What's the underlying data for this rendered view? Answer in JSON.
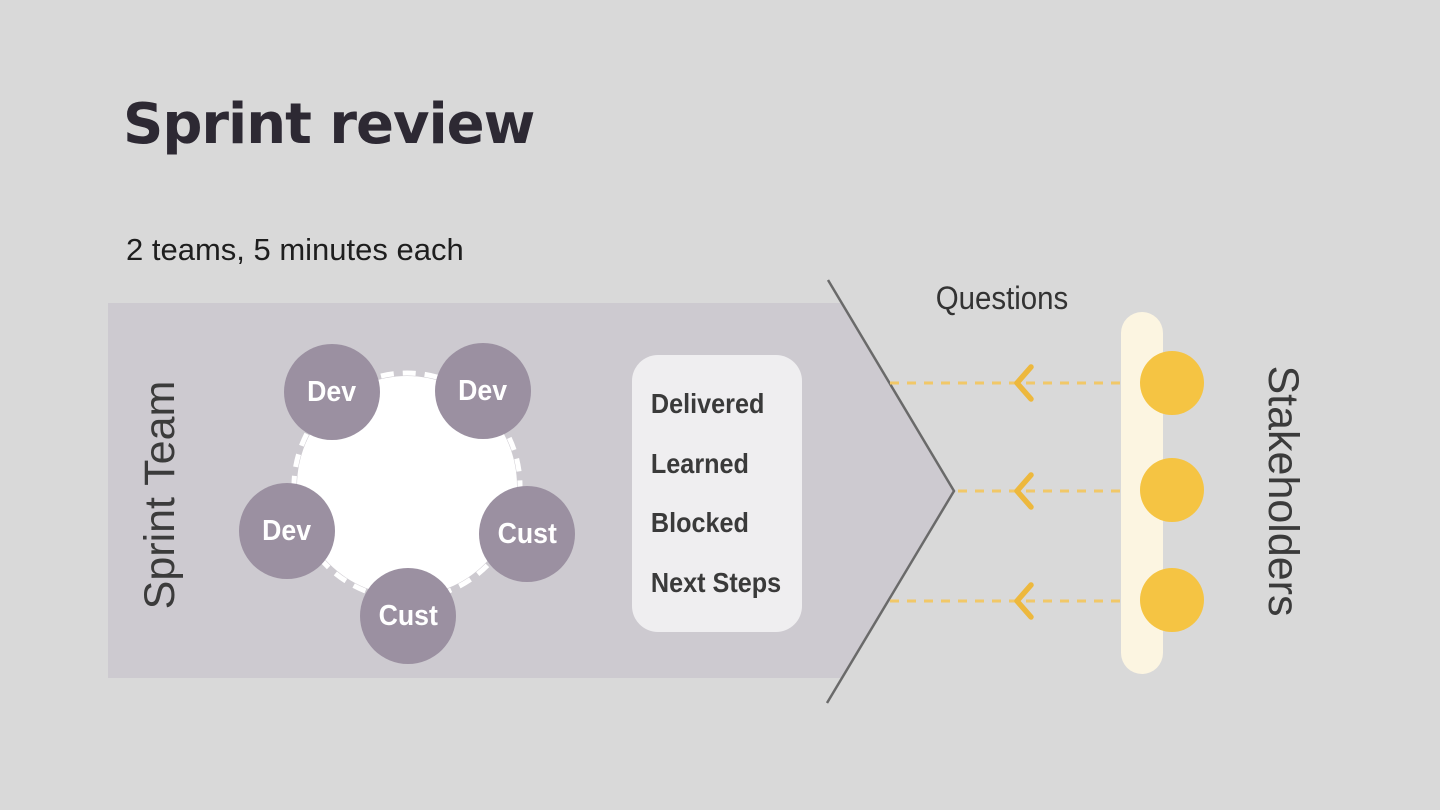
{
  "slide": {
    "title": "Sprint review",
    "subtitle": "2 teams, 5 minutes each",
    "team": {
      "label": "Sprint Team",
      "members": [
        {
          "role": "Dev"
        },
        {
          "role": "Dev"
        },
        {
          "role": "Dev"
        },
        {
          "role": "Cust"
        },
        {
          "role": "Cust"
        }
      ],
      "agenda": [
        {
          "label": "Delivered"
        },
        {
          "label": "Learned"
        },
        {
          "label": "Blocked"
        },
        {
          "label": "Next Steps"
        }
      ]
    },
    "questions_label": "Questions",
    "stakeholders": {
      "label": "Stakeholders",
      "count": 3
    },
    "colors": {
      "background": "#d9d9d9",
      "team_panel": "#cdcad0",
      "member_circle": "#9b90a1",
      "agenda_card": "#efeef0",
      "accent_yellow": "#f5c443",
      "arrow_dash_yellow": "#f1c868",
      "stakeholder_bar_cream": "#fcf5e1",
      "chevron_line": "#6a6a6a",
      "ink": "#2d2933"
    }
  }
}
